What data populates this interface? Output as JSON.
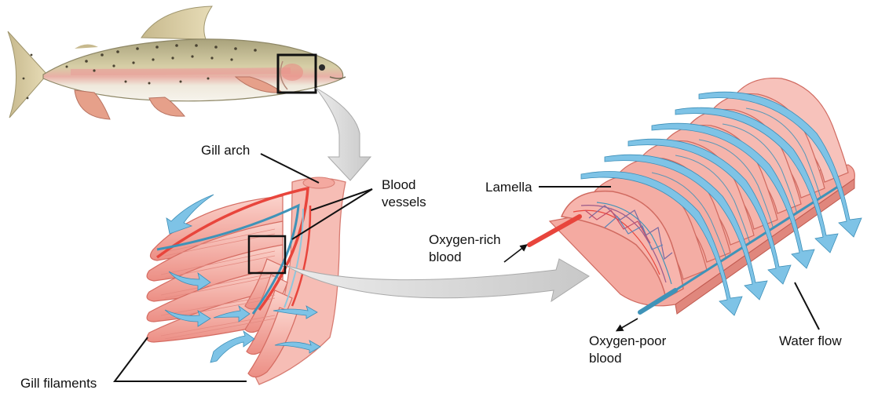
{
  "labels": {
    "gill_arch": "Gill arch",
    "blood_vessels_line1": "Blood",
    "blood_vessels_line2": "vessels",
    "lamella": "Lamella",
    "oxygen_rich_line1": "Oxygen-rich",
    "oxygen_rich_line2": "blood",
    "oxygen_poor_line1": "Oxygen-poor",
    "oxygen_poor_line2": "blood",
    "water_flow": "Water flow",
    "gill_filaments": "Gill filaments"
  },
  "colors": {
    "tissue": "#f7b5ad",
    "tissue_dark": "#e77a70",
    "oxygen_rich": "#e8453c",
    "oxygen_poor": "#3f93b8",
    "water": "#7ec3e6",
    "zoom_arrow": "#d4d4d4",
    "fish_back": "#b9b08a",
    "fish_belly": "#f2efe7",
    "fish_stripe": "#e7a49f"
  }
}
